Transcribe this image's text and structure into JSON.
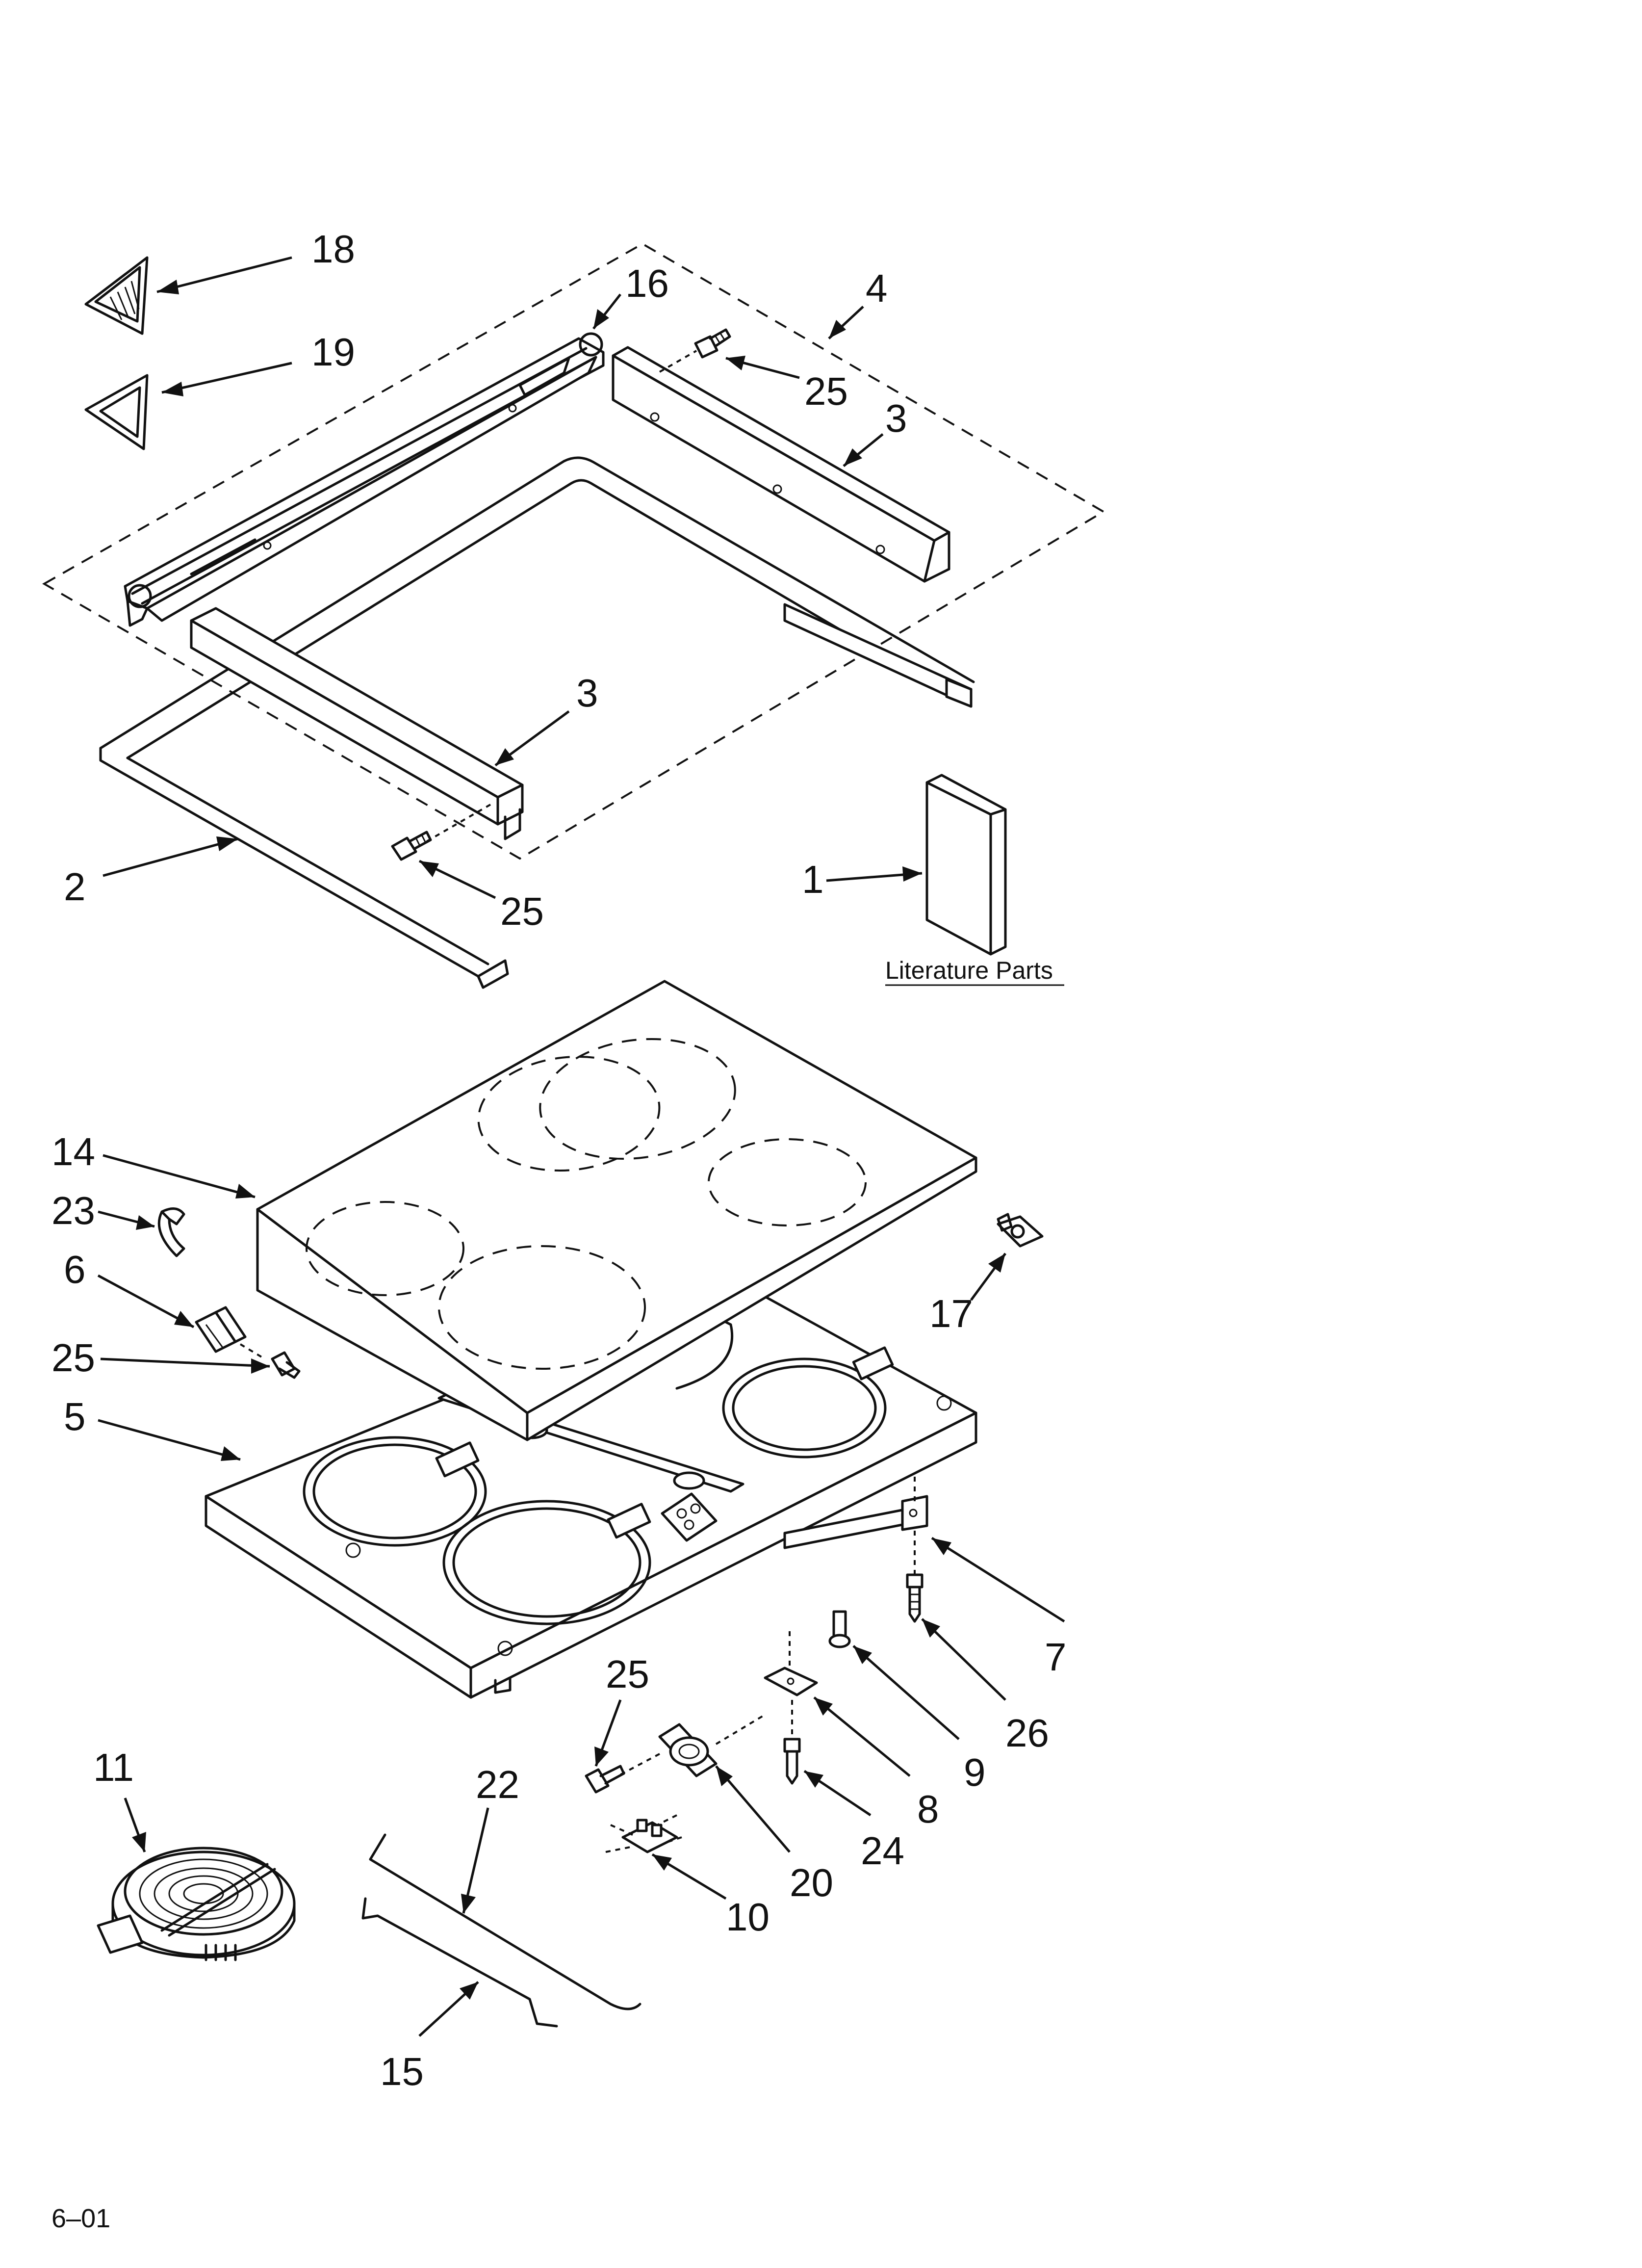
{
  "diagram": {
    "labels": {
      "p1": "1",
      "p2": "2",
      "p3a": "3",
      "p3b": "3",
      "p4": "4",
      "p5": "5",
      "p6": "6",
      "p7": "7",
      "p8": "8",
      "p9": "9",
      "p10": "10",
      "p11": "11",
      "p14": "14",
      "p15": "15",
      "p16": "16",
      "p17": "17",
      "p18": "18",
      "p19": "19",
      "p20": "20",
      "p22": "22",
      "p23": "23",
      "p24": "24",
      "p25a": "25",
      "p25b": "25",
      "p25c": "25",
      "p25d": "25",
      "p26": "26"
    },
    "literature_caption": "Literature Parts",
    "footer_code": "6–01"
  }
}
